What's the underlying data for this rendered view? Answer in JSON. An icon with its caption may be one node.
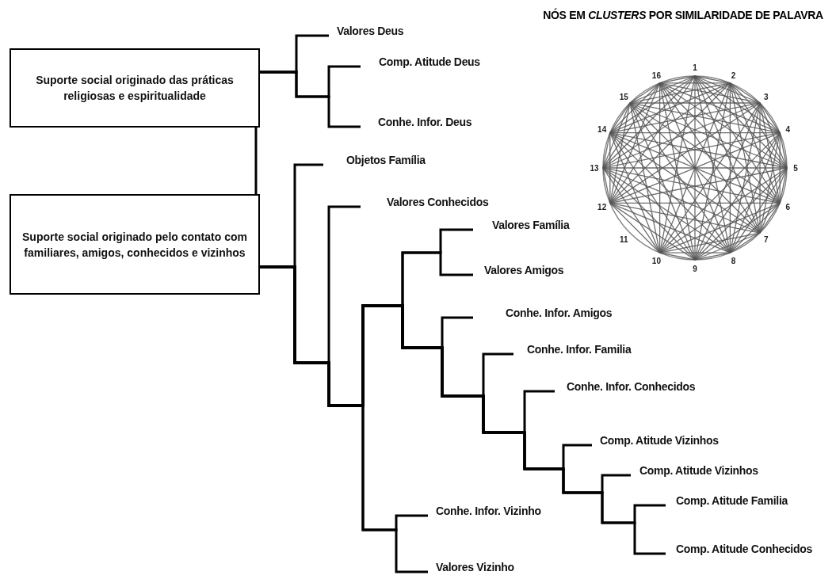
{
  "diagram": {
    "title": "NÓS EM *CLUSTERS* POR SIMILARIDADE DE PALAVRA",
    "nodes": [
      {
        "text": [
          "Suporte social originado das práticas religiosas e espiritualidade"
        ]
      },
      {
        "text": [
          "Valores Deus"
        ]
      },
      {
        "text": [
          "Comp. Atitude Deus"
        ]
      },
      {
        "text": [
          "Conhe. Infor. Deus"
        ]
      },
      {
        "text": [
          "Suporte social originado pelo contato com familiares, amigos, conhecidos e vizinhos"
        ]
      },
      {
        "text": [
          "Objetos Família"
        ]
      },
      {
        "text": [
          "Valores Conhecidos"
        ]
      },
      {
        "text": [
          "Valores Família"
        ]
      },
      {
        "text": [
          "Valores Amigos"
        ]
      },
      {
        "text": [
          "Conhe. Infor. Amigos"
        ]
      },
      {
        "text": [
          "Conhe. Infor. Familia"
        ]
      },
      {
        "text": [
          "Conhe. Infor. Conhecidos"
        ]
      },
      {
        "text": [
          "Comp. Atitude Vizinhos"
        ]
      },
      {
        "text": [
          "Comp. Atitude Vizinhos"
        ]
      },
      {
        "text": [
          "Comp. Atitude Familia"
        ]
      },
      {
        "text": [
          "Comp. Atitude Conhecidos"
        ]
      },
      {
        "text": [
          "Conhe. Infor. Vizinho"
        ]
      },
      {
        "text": [
          "Valores Vizinho"
        ]
      }
    ],
    "edges": [
      {
        "from": 0,
        "to": 4,
        "arrow": "none"
      },
      {
        "from": 0,
        "to": 1,
        "arrow": "none"
      },
      {
        "from": 0,
        "to": 2,
        "arrow": "none"
      },
      {
        "from": 0,
        "to": 3,
        "arrow": "none"
      },
      {
        "from": 4,
        "to": 5,
        "arrow": "none"
      },
      {
        "from": 4,
        "to": 6,
        "arrow": "none"
      },
      {
        "from": 4,
        "to": 7,
        "arrow": "none"
      },
      {
        "from": 4,
        "to": 8,
        "arrow": "none"
      },
      {
        "from": 4,
        "to": 9,
        "arrow": "none"
      },
      {
        "from": 4,
        "to": 10,
        "arrow": "none"
      },
      {
        "from": 4,
        "to": 11,
        "arrow": "none"
      },
      {
        "from": 4,
        "to": 12,
        "arrow": "none"
      },
      {
        "from": 4,
        "to": 13,
        "arrow": "none"
      },
      {
        "from": 4,
        "to": 14,
        "arrow": "none"
      },
      {
        "from": 4,
        "to": 15,
        "arrow": "none"
      },
      {
        "from": 4,
        "to": 16,
        "arrow": "none"
      },
      {
        "from": 4,
        "to": 17,
        "arrow": "none"
      }
    ],
    "labels": [
      "1",
      "2",
      "3",
      "4",
      "5",
      "6",
      "7",
      "8",
      "9",
      "10",
      "11",
      "12",
      "13",
      "14",
      "15",
      "16"
    ]
  }
}
